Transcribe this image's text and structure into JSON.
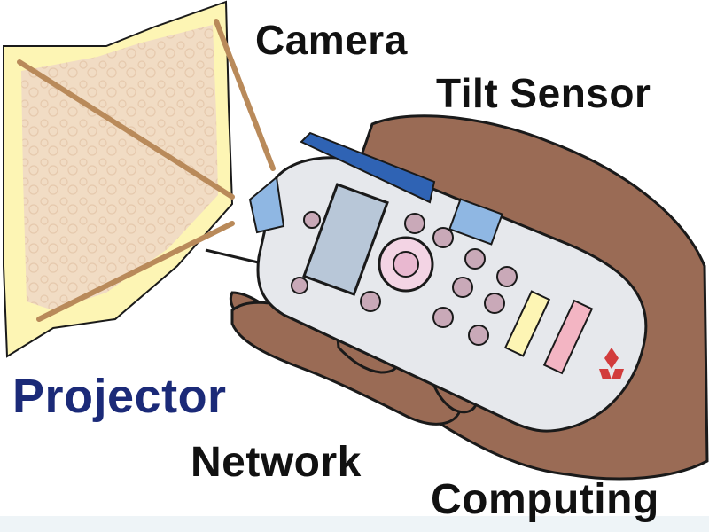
{
  "labels": {
    "camera": "Camera",
    "tilt_sensor": "Tilt Sensor",
    "projector": "Projector",
    "network": "Network",
    "computing": "Computing"
  },
  "colors": {
    "projector_label": "#1b2a78",
    "text": "#111111",
    "screen_fill": "#fdf5b4",
    "projection_fill": "#f1dcc4",
    "beam": "#b98a5a",
    "hand": "#9a6b55",
    "device_body": "#e6e8ec",
    "camera_bar": "#2f63b4",
    "tilt_sensor": "#8fb7e3",
    "display": "#b8c7d8",
    "brand_mark": "#d23c3c"
  },
  "icons": [
    "projection-screen",
    "hand",
    "handheld-device",
    "camera-bar",
    "tilt-sensor-chip",
    "dpad",
    "brand-logo"
  ]
}
